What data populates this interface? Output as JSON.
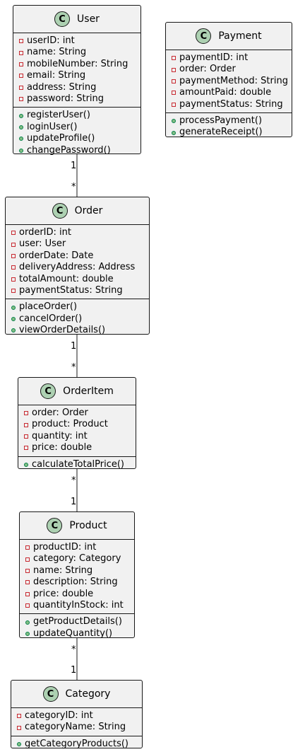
{
  "classes": [
    {
      "id": "user",
      "icon": "C",
      "name": "User",
      "attributes": [
        "userID: int",
        "name: String",
        "mobileNumber: String",
        "email: String",
        "address: String",
        "password: String"
      ],
      "methods": [
        "registerUser()",
        "loginUser()",
        "updateProfile()",
        "changePassword()"
      ]
    },
    {
      "id": "payment",
      "icon": "C",
      "name": "Payment",
      "attributes": [
        "paymentID: int",
        "order: Order",
        "paymentMethod: String",
        "amountPaid: double",
        "paymentStatus: String"
      ],
      "methods": [
        "processPayment()",
        "generateReceipt()"
      ]
    },
    {
      "id": "order",
      "icon": "C",
      "name": "Order",
      "attributes": [
        "orderID: int",
        "user: User",
        "orderDate: Date",
        "deliveryAddress: Address",
        "totalAmount: double",
        "paymentStatus: String"
      ],
      "methods": [
        "placeOrder()",
        "cancelOrder()",
        "viewOrderDetails()"
      ]
    },
    {
      "id": "orderitem",
      "icon": "C",
      "name": "OrderItem",
      "attributes": [
        "order: Order",
        "product: Product",
        "quantity: int",
        "price: double"
      ],
      "methods": [
        "calculateTotalPrice()"
      ]
    },
    {
      "id": "product",
      "icon": "C",
      "name": "Product",
      "attributes": [
        "productID: int",
        "category: Category",
        "name: String",
        "description: String",
        "price: double",
        "quantityInStock: int"
      ],
      "methods": [
        "getProductDetails()",
        "updateQuantity()"
      ]
    },
    {
      "id": "category",
      "icon": "C",
      "name": "Category",
      "attributes": [
        "categoryID: int",
        "categoryName: String"
      ],
      "methods": [
        "getCategoryProducts()"
      ]
    }
  ],
  "associations": [
    {
      "from": "user",
      "to": "order",
      "from_mult": "1",
      "to_mult": "*"
    },
    {
      "from": "order",
      "to": "orderitem",
      "from_mult": "1",
      "to_mult": "*"
    },
    {
      "from": "orderitem",
      "to": "product",
      "from_mult": "*",
      "to_mult": "1"
    },
    {
      "from": "product",
      "to": "category",
      "from_mult": "*",
      "to_mult": "1"
    }
  ]
}
